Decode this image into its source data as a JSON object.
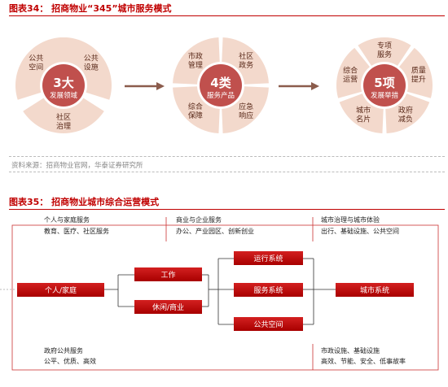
{
  "fig34": {
    "title": "图表34： 招商物业“345”城市服务模式",
    "source": "资料来源：招商物业官网，华泰证券研究所",
    "wheels": [
      {
        "center": "3大",
        "center_sub": "发展领域",
        "segments": [
          "公共空间",
          "公共设施",
          "社区治理"
        ]
      },
      {
        "center": "4类",
        "center_sub": "服务产品",
        "segments": [
          "市政管理",
          "社区政务",
          "应急响应",
          "综合保障"
        ]
      },
      {
        "center": "5项",
        "center_sub": "发展举措",
        "segments": [
          "专项服务",
          "质量提升",
          "政府减负",
          "城市名片",
          "综合运营"
        ]
      }
    ]
  },
  "fig35": {
    "title": "图表35： 招商物业城市综合运营模式",
    "top_notes": [
      {
        "line1": "个人与家庭服务",
        "line2": "教育、医疗、社区服务"
      },
      {
        "line1": "商业与企业服务",
        "line2": "办公、产业园区、创新创业"
      },
      {
        "line1": "城市治理与城市体验",
        "line2": "出行、基础设施、公共空间"
      }
    ],
    "bottom_notes": [
      {
        "line1": "政府公共服务",
        "line2": "公平、优质、高效"
      },
      {
        "line1": "市政设施、基础设施",
        "line2": "高效、节能、安全、低事故率"
      }
    ],
    "boxes": {
      "person": "个人/家庭",
      "work": "工作",
      "leisure": "休闲/商业",
      "ops": "运行系统",
      "service": "服务系统",
      "public": "公共空间",
      "city": "城市系统"
    }
  },
  "colors": {
    "red": "#c00000",
    "wheel_light": "#f3d9cc",
    "wheel_center": "#c0504d"
  }
}
